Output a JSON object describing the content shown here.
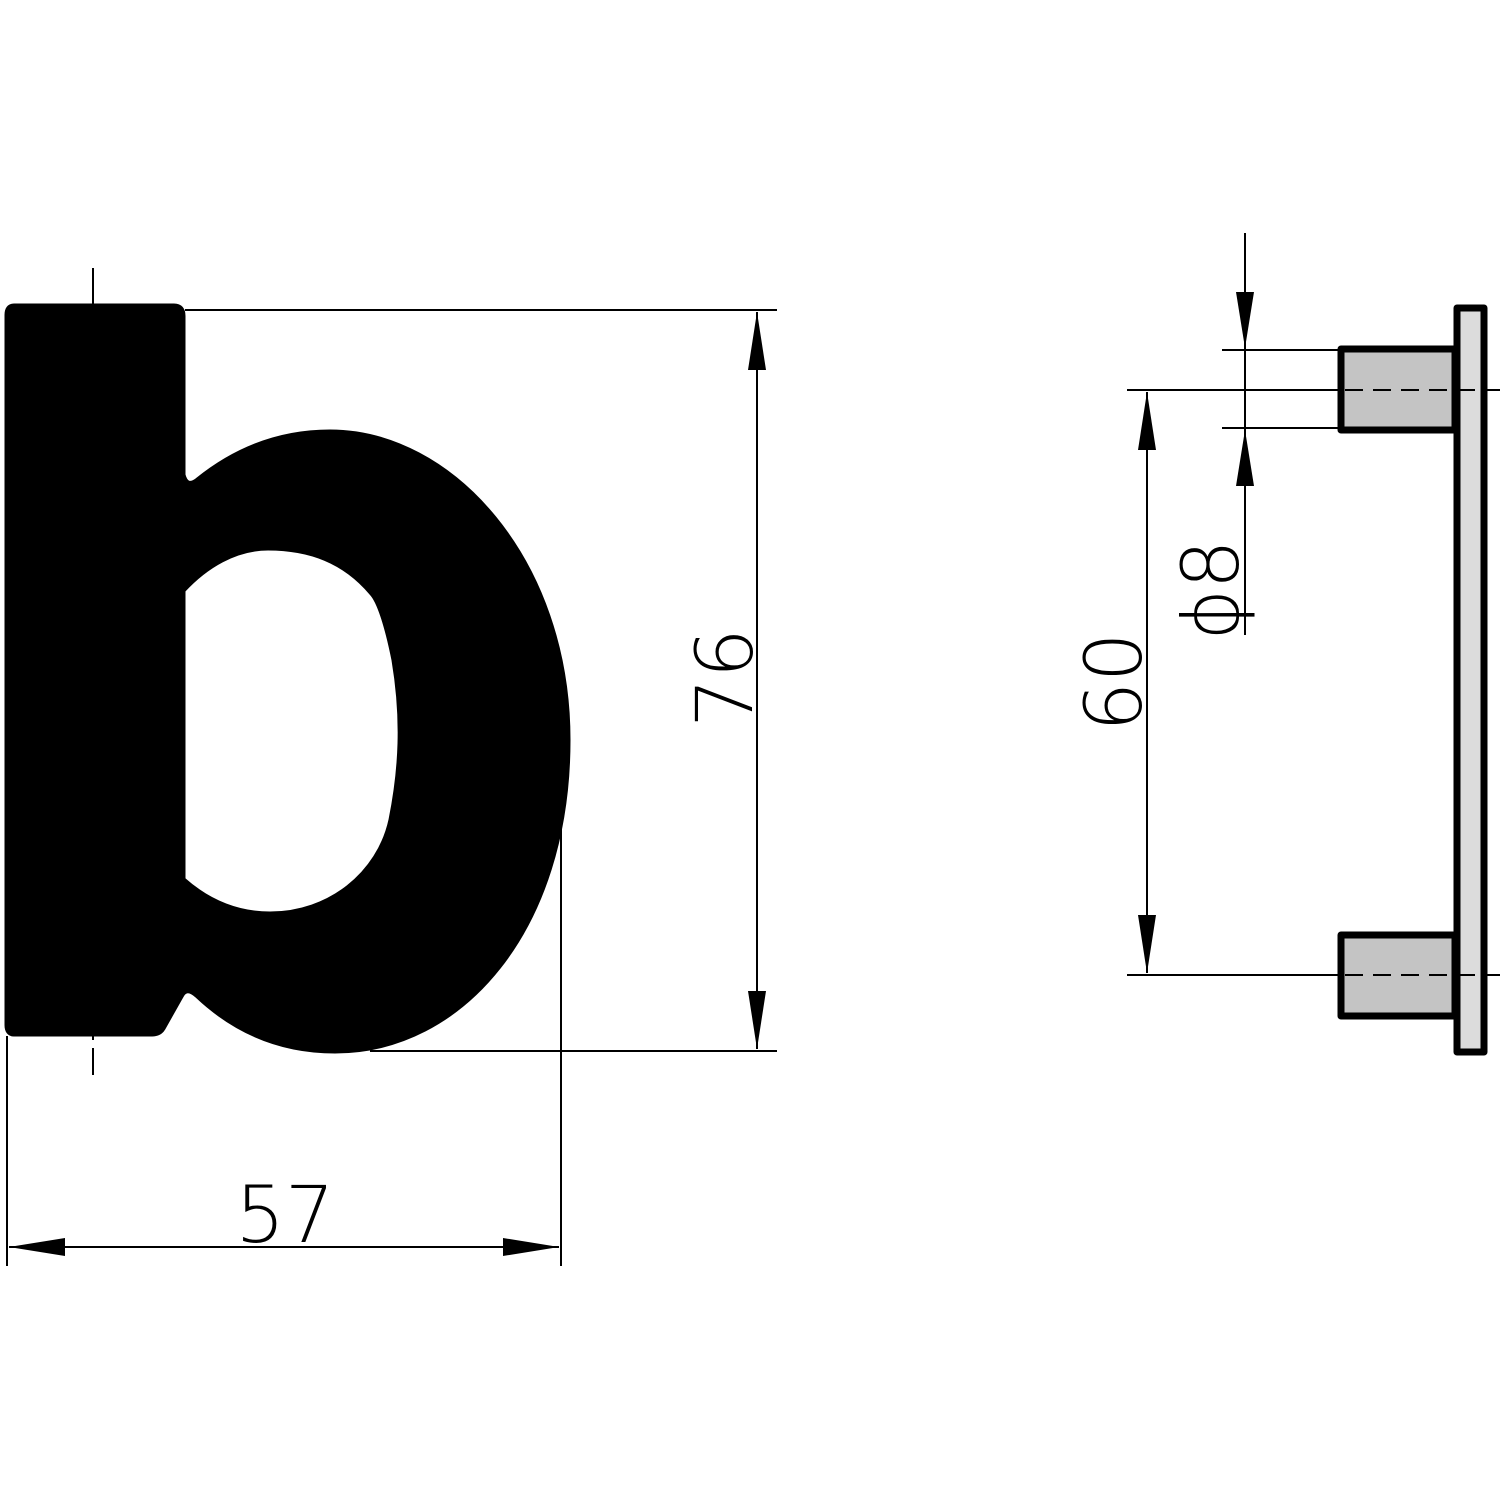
{
  "dimensions": {
    "height": "76",
    "width": "57",
    "mount_spacing": "60",
    "pin_diameter": "ϕ8"
  },
  "colors": {
    "letter_fill": "#dcdcdc",
    "pin_fill": "#c4c4c4",
    "line": "#000000",
    "background": "#ffffff"
  }
}
